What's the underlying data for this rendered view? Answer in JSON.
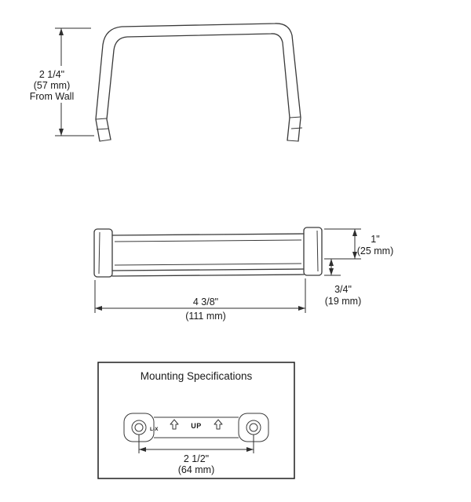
{
  "front_view": {
    "dim_height": {
      "value": "2 1/4\"",
      "metric": "(57 mm)",
      "note": "From Wall"
    }
  },
  "top_view": {
    "dim_thickness": {
      "value": "1\"",
      "metric": "(25 mm)"
    },
    "dim_base": {
      "value": "3/4\"",
      "metric": "(19 mm)"
    },
    "dim_width": {
      "value": "4 3/8\"",
      "metric": "(111 mm)"
    }
  },
  "mounting": {
    "title": "Mounting Specifications",
    "plate_label": "L-X",
    "orientation_label": "UP",
    "dim_holes": {
      "value": "2 1/2\"",
      "metric": "(64 mm)"
    }
  }
}
